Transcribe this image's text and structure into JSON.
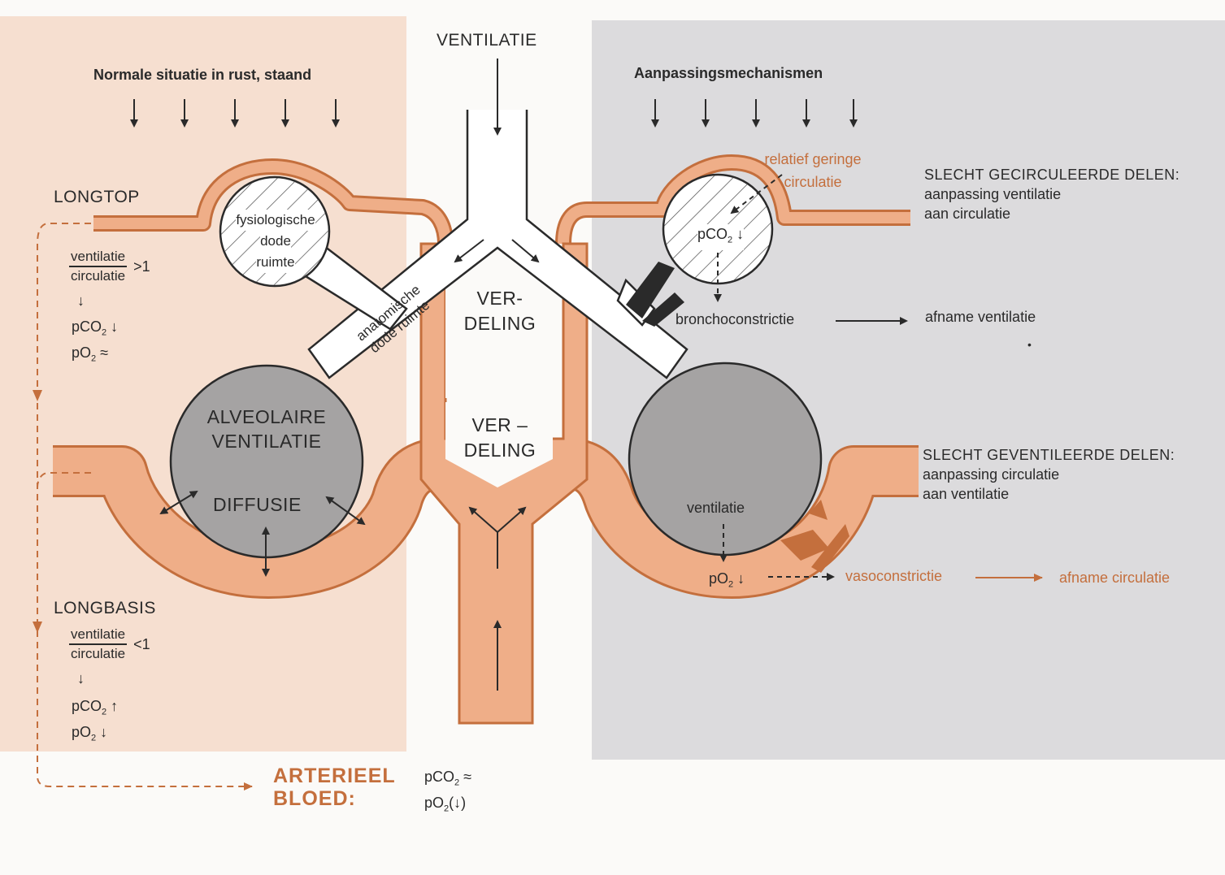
{
  "colors": {
    "left_panel": "#f6dfd0",
    "right_panel": "#dcdbdd",
    "vessel": "#efae88",
    "vessel_edge": "#c46f3d",
    "alveolus_grey": "#a5a3a3",
    "accent_orange": "#c46f3d"
  },
  "header": {
    "ventilatie": "VENTILATIE",
    "left_title": "Normale situatie in rust, staand",
    "right_title": "Aanpassingsmechanismen"
  },
  "left": {
    "longtop": "LONGTOP",
    "longtop_ratio": {
      "num": "ventilatie",
      "den": "circulatie",
      "sign": ">1"
    },
    "longtop_gas": {
      "pco2": "pCO",
      "pco2_sub": "2",
      "pco2_arrow": "↓",
      "po2": "pO",
      "po2_sub": "2",
      "po2_arrow": "≈"
    },
    "longbasis": "LONGBASIS",
    "longbasis_ratio": {
      "num": "ventilatie",
      "den": "circulatie",
      "sign": "<1"
    },
    "longbasis_gas": {
      "pco2": "pCO",
      "pco2_sub": "2",
      "pco2_arrow": "↑",
      "po2": "pO",
      "po2_sub": "2",
      "po2_arrow": "↓"
    }
  },
  "center": {
    "fysiologische": [
      "fysiologische",
      "dode",
      "ruimte"
    ],
    "anatomische": [
      "anatomische",
      "dode ruimte"
    ],
    "verdeling_top": [
      "VER-",
      "DELING"
    ],
    "verdeling_bottom": [
      "VER –",
      "DELING"
    ],
    "alveolaire": [
      "ALVEOLAIRE",
      "VENTILATIE"
    ],
    "diffusie": "DIFFUSIE"
  },
  "arterial": {
    "label": [
      "ARTERIEEL",
      "BLOED:"
    ],
    "pco2": "pCO",
    "pco2_sub": "2",
    "pco2_arrow": "≈",
    "po2": "pO",
    "po2_sub": "2",
    "po2_arrow": "(↓)"
  },
  "right": {
    "relatief": [
      "relatief geringe",
      "circulatie"
    ],
    "alv_top_gas": {
      "label": "pCO",
      "sub": "2",
      "arrow": "↓"
    },
    "slecht_gecirculeerd": [
      "SLECHT GECIRCULEERDE DELEN:",
      "aanpassing ventilatie",
      "aan circulatie"
    ],
    "bronchoconstrictie": "bronchoconstrictie",
    "afname_ventilatie": "afname ventilatie",
    "slecht_geventileerd": [
      "SLECHT GEVENTILEERDE DELEN:",
      "aanpassing circulatie",
      "aan ventilatie"
    ],
    "ventilatie_small": "ventilatie",
    "po2": {
      "label": "pO",
      "sub": "2",
      "arrow": "↓"
    },
    "vasoconstrictie": "vasoconstrictie",
    "afname_circulatie": "afname circulatie"
  }
}
